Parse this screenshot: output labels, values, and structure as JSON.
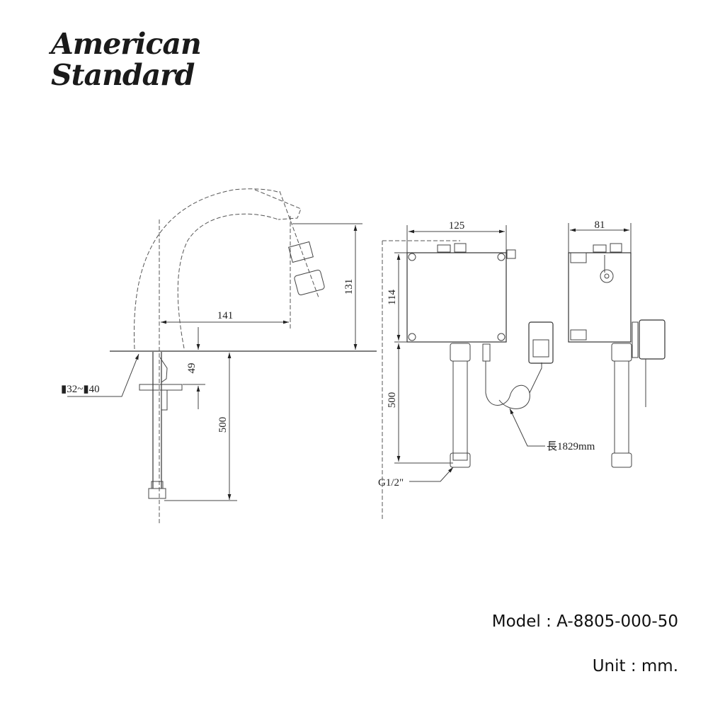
{
  "logo": {
    "line1": "American",
    "line2": "Standard"
  },
  "dimensions": {
    "spout_height": "131",
    "spout_reach": "141",
    "hole_diameter": "▮32~▮40",
    "deck_thickness": "49",
    "faucet_hose_length": "500",
    "box_width": "125",
    "box_height": "114",
    "box_hose_length": "500",
    "box_depth": "81",
    "cable_length": "長1829mm",
    "thread": "G1/2\""
  },
  "footer": {
    "model": "Model : A-8805-000-50",
    "unit": "Unit : mm."
  }
}
